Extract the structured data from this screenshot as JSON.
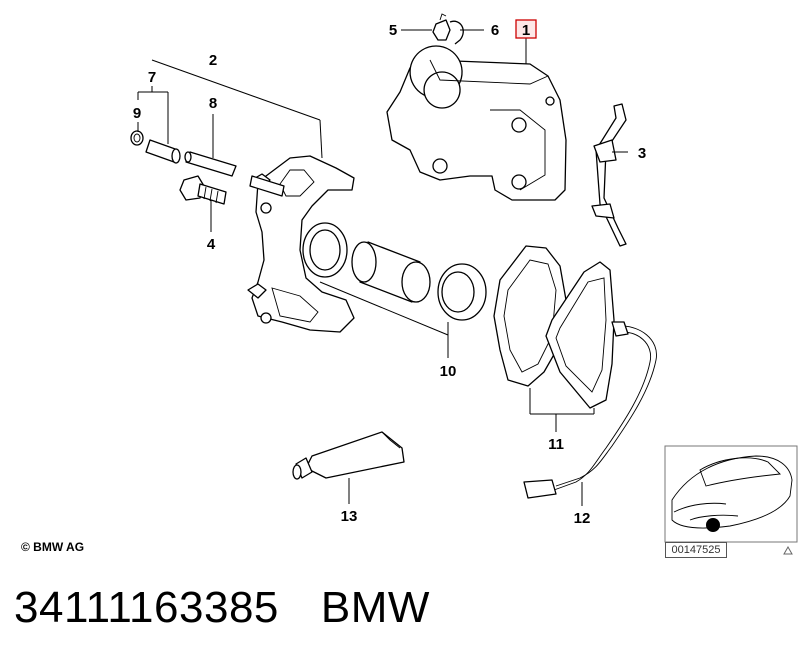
{
  "callouts": [
    {
      "id": "1",
      "text": "1",
      "highlighted": true
    },
    {
      "id": "2",
      "text": "2"
    },
    {
      "id": "3",
      "text": "3"
    },
    {
      "id": "4",
      "text": "4"
    },
    {
      "id": "5",
      "text": "5"
    },
    {
      "id": "6",
      "text": "6"
    },
    {
      "id": "7",
      "text": "7"
    },
    {
      "id": "8",
      "text": "8"
    },
    {
      "id": "9",
      "text": "9"
    },
    {
      "id": "10",
      "text": "10"
    },
    {
      "id": "11",
      "text": "11"
    },
    {
      "id": "12",
      "text": "12"
    },
    {
      "id": "13",
      "text": "13"
    }
  ],
  "copyright": "© BMW AG",
  "thumbnail": {
    "id": "00147525"
  },
  "footer": {
    "part_number": "34111163385",
    "brand": "BMW"
  },
  "colors": {
    "highlight": "#cc0000",
    "ink": "#000000"
  }
}
